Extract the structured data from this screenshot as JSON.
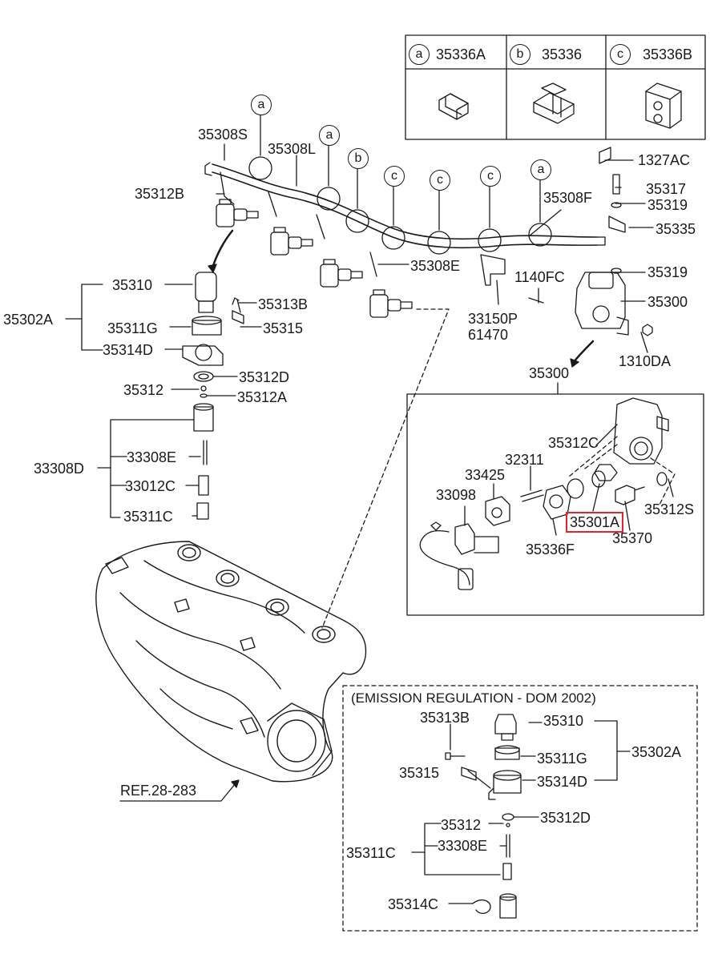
{
  "colors": {
    "line": "#1a1a1a",
    "highlight": "#e0262a",
    "background": "#ffffff"
  },
  "legend": [
    {
      "letter": "a",
      "part": "35336A"
    },
    {
      "letter": "b",
      "part": "35336"
    },
    {
      "letter": "c",
      "part": "35336B"
    }
  ],
  "rail_markers": [
    "a",
    "a",
    "b",
    "c",
    "c",
    "c",
    "a"
  ],
  "labels": {
    "p35308S": "35308S",
    "p35308L": "35308L",
    "p35312B": "35312B",
    "p35308F": "35308F",
    "p35308E": "35308E",
    "p1327AC": "1327AC",
    "p35317": "35317",
    "p35319a": "35319",
    "p35335": "35335",
    "p35319b": "35319",
    "p1140FC": "1140FC",
    "p35300a": "35300",
    "p33150P": "33150P",
    "p61470": "61470",
    "p1310DA": "1310DA",
    "p35300b": "35300",
    "p35310": "35310",
    "p35302A": "35302A",
    "p35313B": "35313B",
    "p35311G": "35311G",
    "p35315": "35315",
    "p35314D": "35314D",
    "p35312D": "35312D",
    "p35312": "35312",
    "p35312A": "35312A",
    "p33308D": "33308D",
    "p33308E": "33308E",
    "p33012C": "33012C",
    "p35311C": "35311C",
    "p35312C": "35312C",
    "p32311": "32311",
    "p33425": "33425",
    "p33098": "33098",
    "p35312S": "35312S",
    "p35301A": "35301A",
    "p35336F": "35336F",
    "p35370": "35370",
    "ref": "REF.28-283"
  },
  "emission": {
    "title": "(EMISSION REGULATION - DOM 2002)",
    "p35313B": "35313B",
    "p35310": "35310",
    "p35311G": "35311G",
    "p35302A": "35302A",
    "p35315": "35315",
    "p35314D": "35314D",
    "p35312": "35312",
    "p35312D": "35312D",
    "p35311C": "35311C",
    "p33308E": "33308E",
    "p35314C": "35314C"
  }
}
